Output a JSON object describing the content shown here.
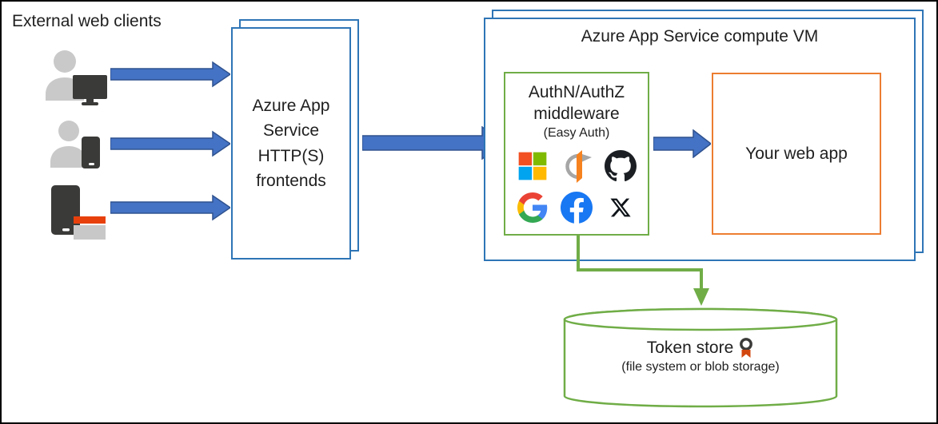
{
  "clients": {
    "title": "External web clients",
    "items": [
      {
        "name": "user-with-desktop"
      },
      {
        "name": "user-with-phone"
      },
      {
        "name": "device-with-browser"
      }
    ]
  },
  "frontends": {
    "label": "Azure App Service HTTP(S) frontends"
  },
  "compute_vm": {
    "label": "Azure App Service compute VM"
  },
  "middleware": {
    "title": "AuthN/AuthZ middleware",
    "subtitle": "(Easy Auth)",
    "providers": [
      "Microsoft",
      "OpenID Connect",
      "GitHub",
      "Google",
      "Facebook",
      "X"
    ]
  },
  "web_app": {
    "label": "Your web app"
  },
  "token_store": {
    "title": "Token store",
    "subtitle": "(file system or blob storage)"
  },
  "colors": {
    "blue_box_border": "#2E75B6",
    "arrow_fill": "#4472C4",
    "arrow_outline": "#2F528F",
    "green_accent": "#70AD47",
    "orange_accent": "#ED7D31",
    "badge_ribbon": "#D2470F",
    "person_gray": "#C9C9C9",
    "device_dark": "#3A3A38",
    "browser_bar_orange": "#E8400C",
    "microsoft": [
      "#F25022",
      "#7FBA00",
      "#00A4EF",
      "#FFB900"
    ],
    "facebook_blue": "#1877F2",
    "openid_orange": "#F6821F"
  }
}
